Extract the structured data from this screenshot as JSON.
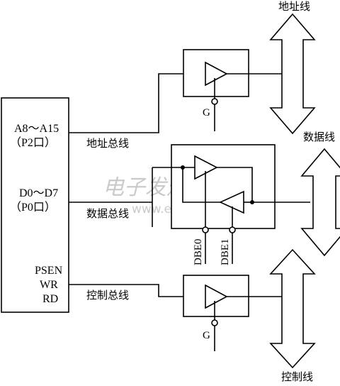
{
  "cpu": {
    "addr_pins": "A8～A15",
    "addr_port": "（P2口）",
    "data_pins": "D0～D7",
    "data_port": "（P0口）",
    "ctrl_psen": "PSEN",
    "ctrl_wr": "WR",
    "ctrl_rd": "RD"
  },
  "internal_buses": {
    "address": "地址总线",
    "data": "数据总线",
    "control": "控制总线"
  },
  "external_buses": {
    "address": "地址线",
    "data": "数据线",
    "control": "控制线"
  },
  "enable_labels": {
    "g_top": "G",
    "g_bottom": "G",
    "dbe0": "DBE0",
    "dbe1": "DBE1"
  },
  "watermark": {
    "cn": "电子发烧友网",
    "url": "www.elecfans.com"
  }
}
